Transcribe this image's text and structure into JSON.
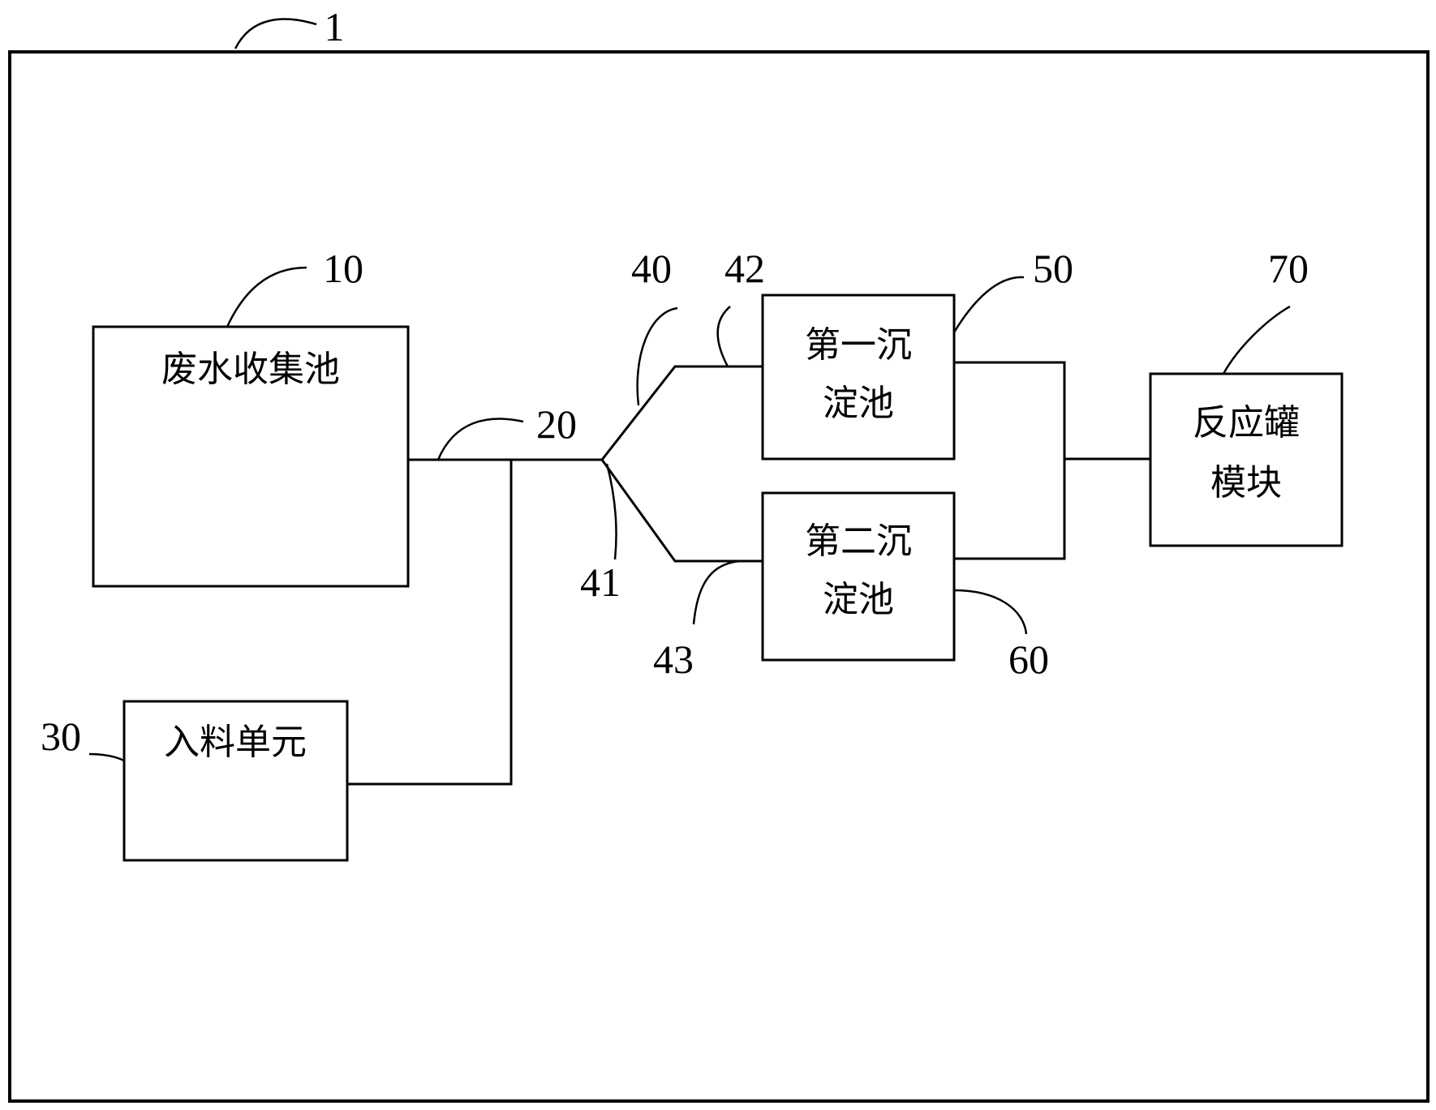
{
  "system_ref": "1",
  "blocks": {
    "wastewater_pool": {
      "ref": "10",
      "label": "废水收集池"
    },
    "feed_unit": {
      "ref": "30",
      "label": "入料单元"
    },
    "first_settling_tank": {
      "ref": "50",
      "label_line1": "第一沉",
      "label_line2": "淀池"
    },
    "second_settling_tank": {
      "ref": "60",
      "label_line1": "第二沉",
      "label_line2": "淀池"
    },
    "reactor_module": {
      "ref": "70",
      "label_line1": "反应罐",
      "label_line2": "模块"
    }
  },
  "pipes": {
    "main_pipe_ref": "20",
    "splitter_ref": "40",
    "splitter_junction_ref": "41",
    "branch_upper_ref": "42",
    "branch_lower_ref": "43"
  }
}
